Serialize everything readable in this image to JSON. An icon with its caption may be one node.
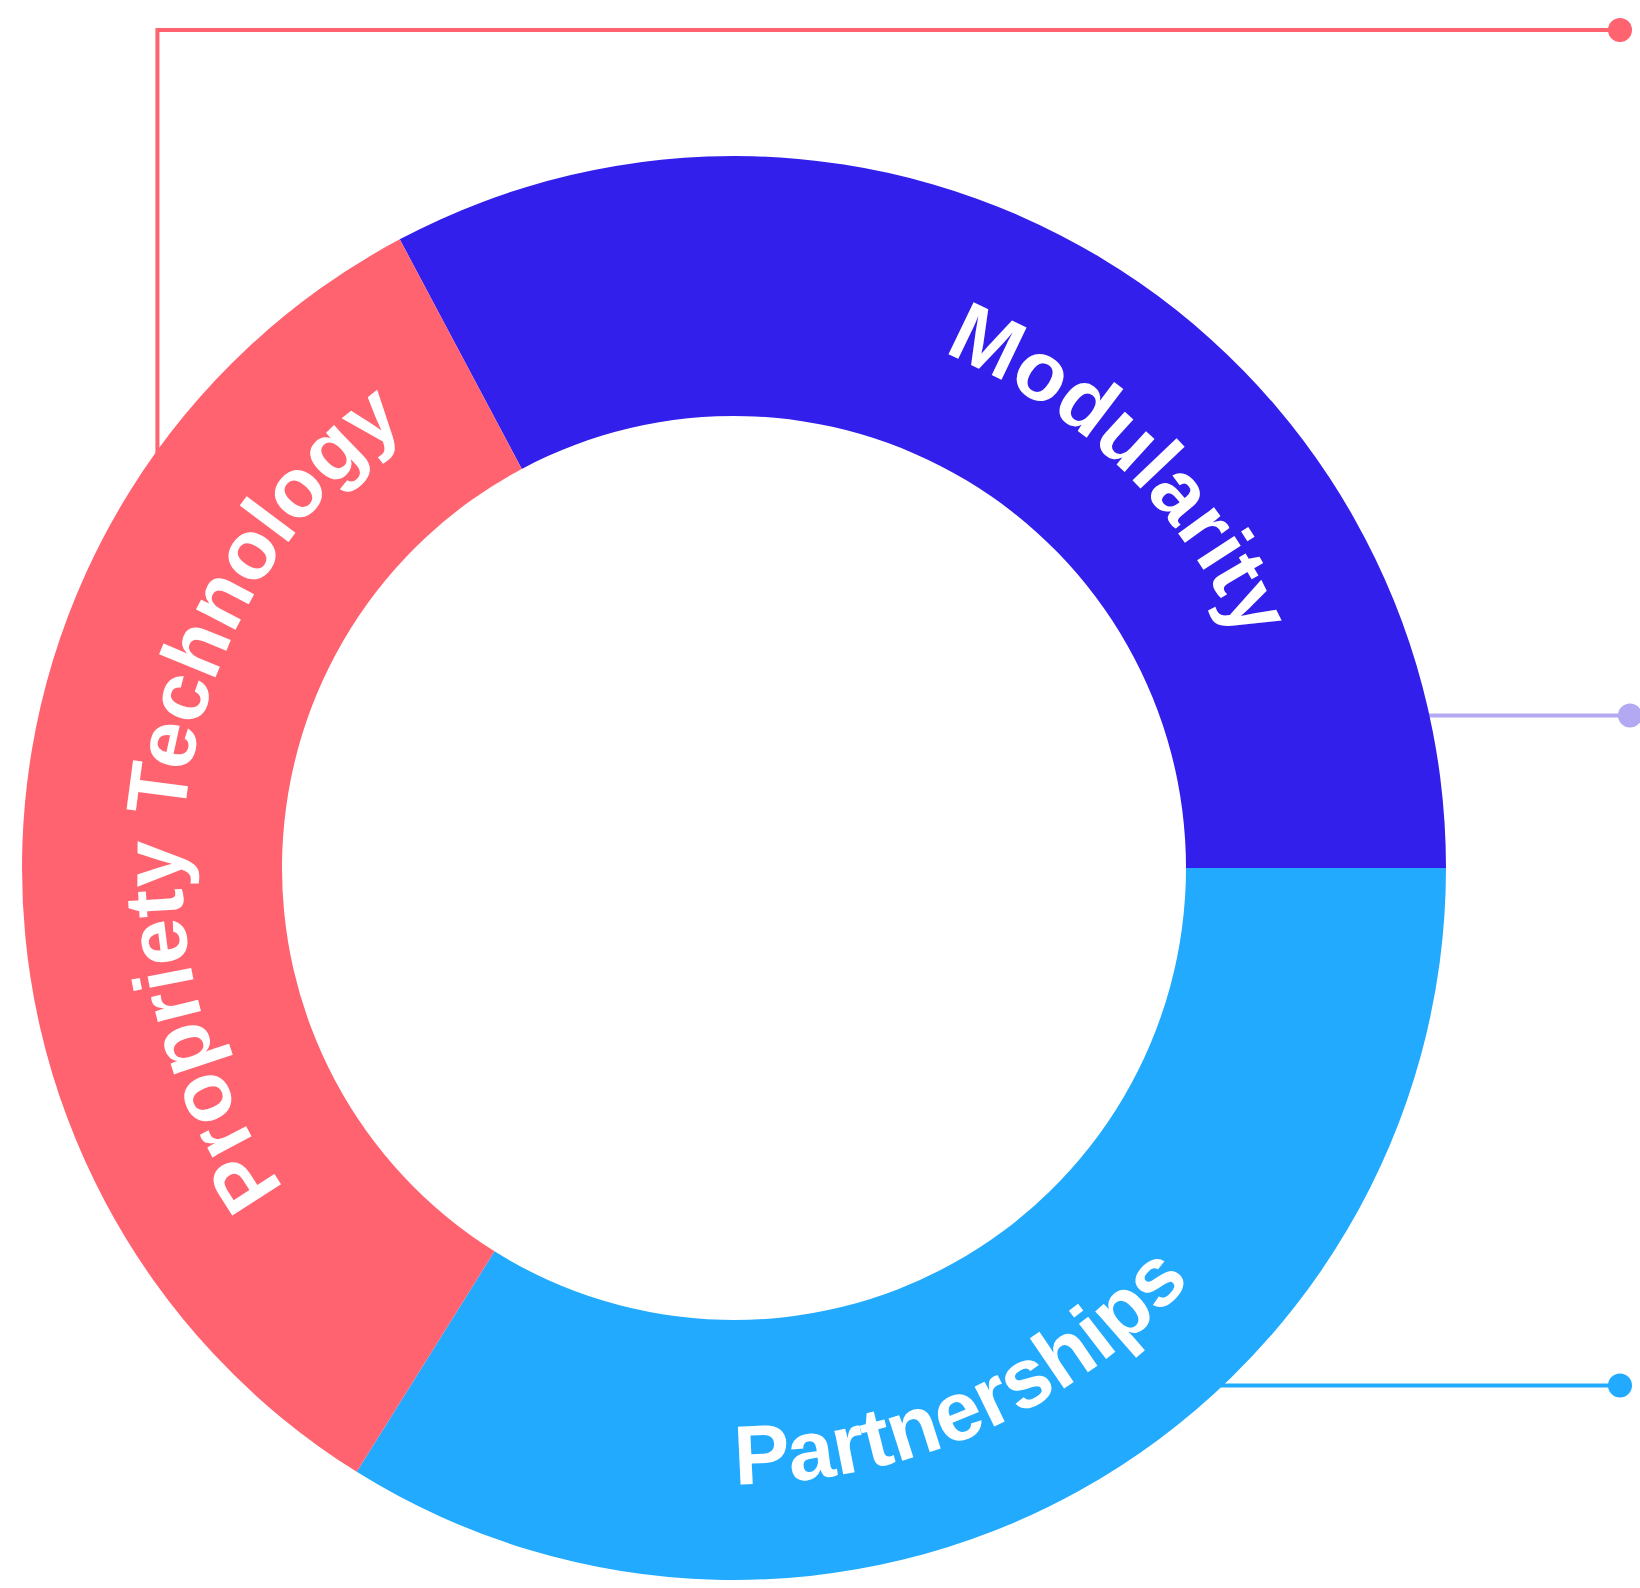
{
  "diagram": {
    "nodes": [
      {
        "text": [
          "Modularity"
        ]
      },
      {
        "text": [
          "Partnerships"
        ]
      },
      {
        "text": [
          "Propriety Technology"
        ]
      }
    ],
    "edges": [
      {
        "from": 2,
        "to": null,
        "arrow": "other",
        "color": "#ff6370"
      },
      {
        "from": 0,
        "to": null,
        "arrow": "other",
        "color": "#b3a9f2"
      },
      {
        "from": 1,
        "to": null,
        "arrow": "other",
        "color": "#22aaff"
      }
    ]
  }
}
